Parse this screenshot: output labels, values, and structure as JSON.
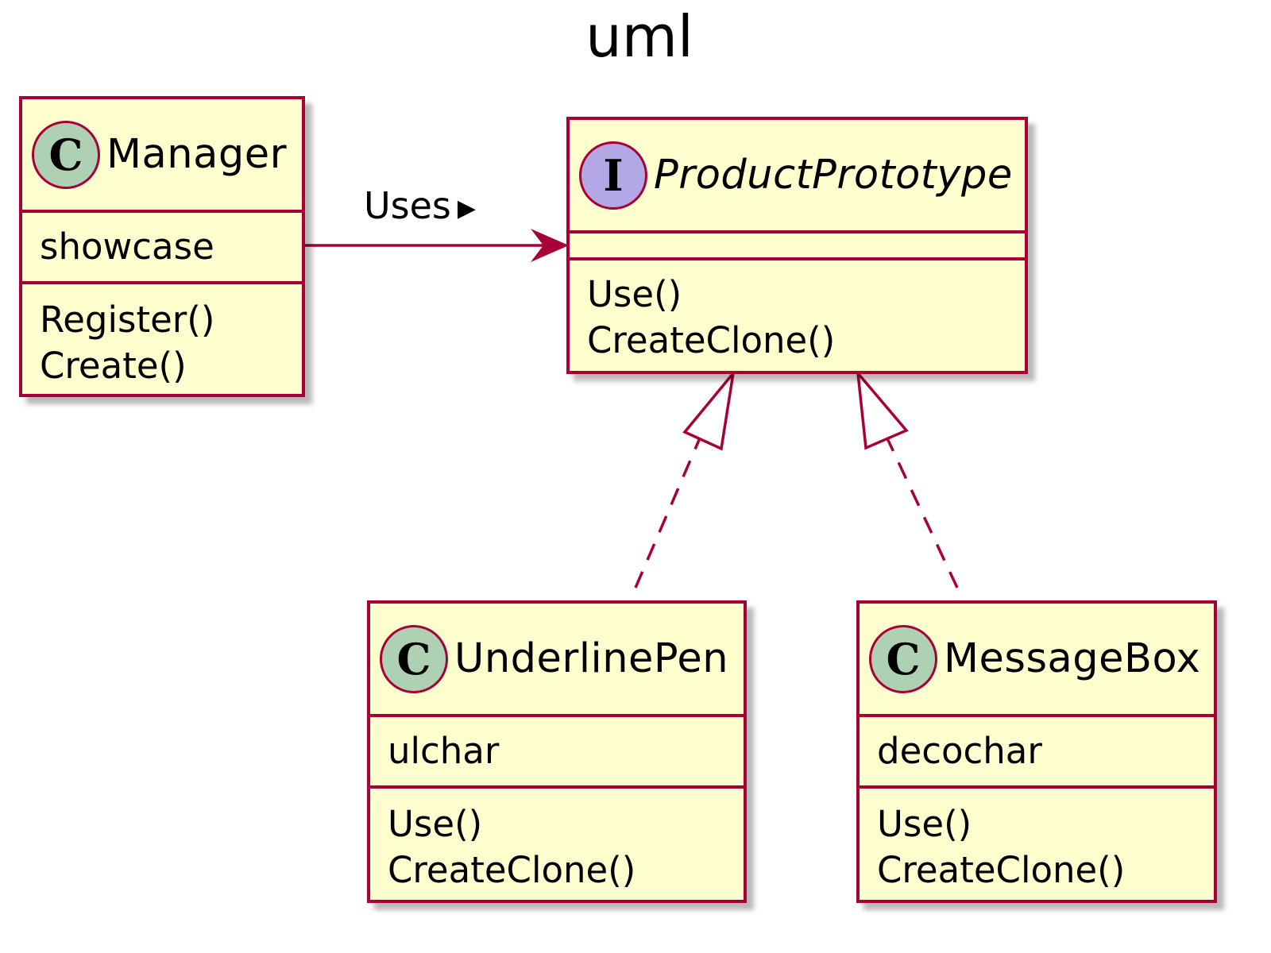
{
  "title": "uml",
  "colors": {
    "border": "#a80036",
    "fill": "#fefece",
    "class_badge": "#add1b2",
    "interface_badge": "#b4a7e5"
  },
  "classes": {
    "manager": {
      "badge": "C",
      "name": "Manager",
      "attributes": [
        "showcase"
      ],
      "methods": [
        "Register()",
        "Create()"
      ]
    },
    "product_prototype": {
      "badge": "I",
      "name": "ProductPrototype",
      "attributes": [],
      "methods": [
        "Use()",
        "CreateClone()"
      ]
    },
    "underline_pen": {
      "badge": "C",
      "name": "UnderlinePen",
      "attributes": [
        "ulchar"
      ],
      "methods": [
        "Use()",
        "CreateClone()"
      ]
    },
    "message_box": {
      "badge": "C",
      "name": "MessageBox",
      "attributes": [
        "decochar"
      ],
      "methods": [
        "Use()",
        "CreateClone()"
      ]
    }
  },
  "relations": {
    "uses": {
      "label": "Uses",
      "direction_marker": "▶"
    }
  }
}
